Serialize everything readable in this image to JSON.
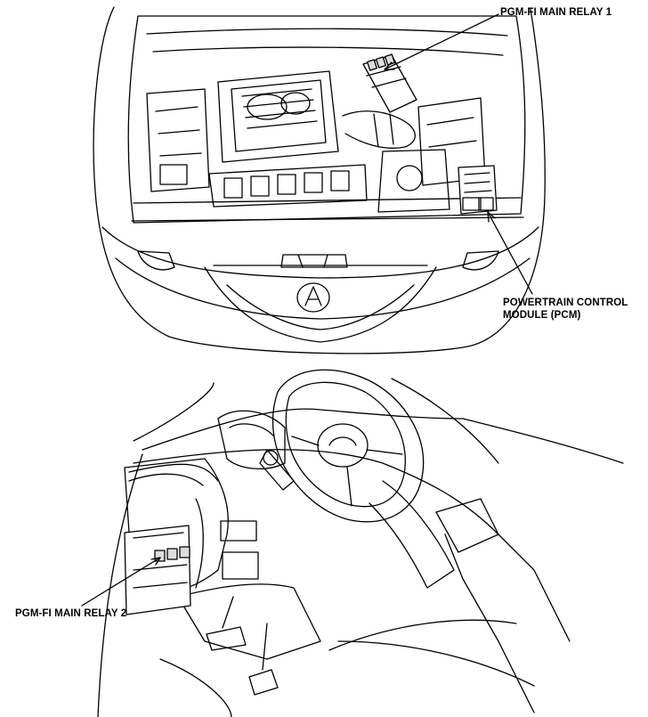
{
  "labels": {
    "pgm_fi_main_relay_1": "PGM-FI MAIN RELAY 1",
    "pcm_line1": "POWERTRAIN CONTROL",
    "pcm_line2": "MODULE (PCM)",
    "pgm_fi_main_relay_2": "PGM-FI MAIN RELAY 2"
  },
  "colors": {
    "line": "#000000",
    "background": "#ffffff",
    "relay_fill": "#dddddd"
  }
}
